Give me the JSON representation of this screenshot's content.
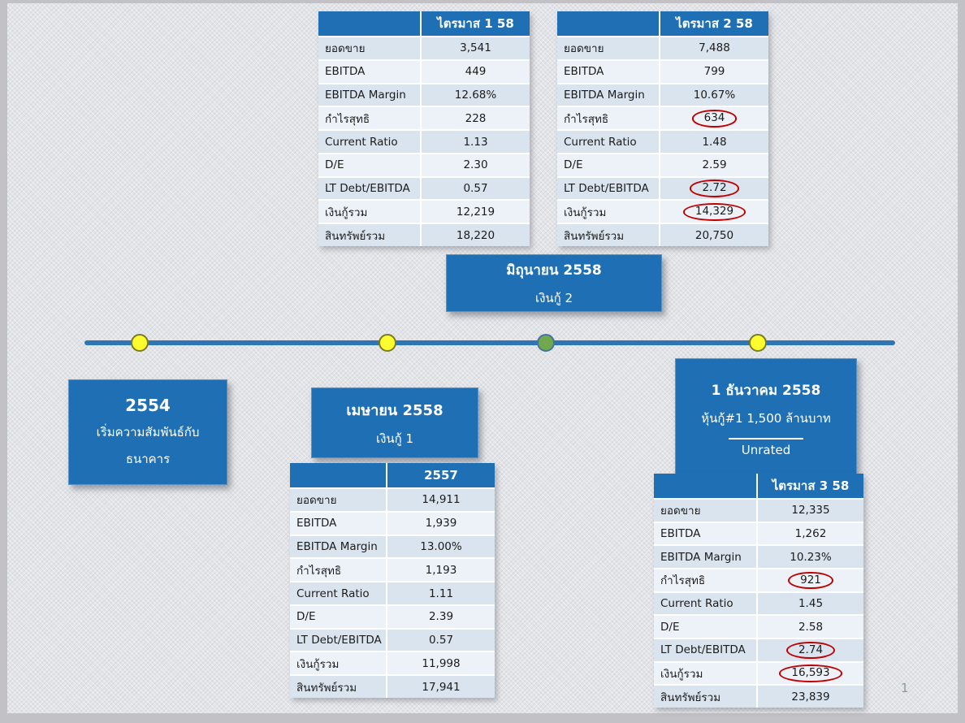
{
  "slide": {
    "page_number": "1"
  },
  "colors": {
    "header_blue": "#1F6FB5",
    "row_odd": "#D9E4EF",
    "row_even": "#EDF2F8",
    "box_blue": "#1F6FB5",
    "timeline_blue": "#2E75B6",
    "dot_yellow": "#FCFC2E",
    "dot_green": "#6FA84F",
    "circle_red": "#C00000"
  },
  "tables": {
    "q1_58": {
      "header": "ไตรมาส 1 58",
      "rows": [
        {
          "label": "ยอดขาย",
          "value": "3,541"
        },
        {
          "label": "EBITDA",
          "value": "449"
        },
        {
          "label": "EBITDA Margin",
          "value": "12.68%"
        },
        {
          "label": "กำไรสุทธิ",
          "value": "228"
        },
        {
          "label": "Current Ratio",
          "value": "1.13"
        },
        {
          "label": "D/E",
          "value": "2.30"
        },
        {
          "label": "LT Debt/EBITDA",
          "value": "0.57"
        },
        {
          "label": "เงินกู้รวม",
          "value": "12,219"
        },
        {
          "label": "สินทรัพย์รวม",
          "value": "18,220"
        }
      ]
    },
    "q2_58": {
      "header": "ไตรมาส 2 58",
      "rows": [
        {
          "label": "ยอดขาย",
          "value": "7,488"
        },
        {
          "label": "EBITDA",
          "value": "799"
        },
        {
          "label": "EBITDA Margin",
          "value": "10.67%"
        },
        {
          "label": "กำไรสุทธิ",
          "value": "634",
          "circled": true
        },
        {
          "label": "Current Ratio",
          "value": "1.48"
        },
        {
          "label": "D/E",
          "value": "2.59"
        },
        {
          "label": "LT Debt/EBITDA",
          "value": "2.72",
          "circled": true
        },
        {
          "label": "เงินกู้รวม",
          "value": "14,329",
          "circled": true
        },
        {
          "label": "สินทรัพย์รวม",
          "value": "20,750"
        }
      ]
    },
    "y2557": {
      "header": "2557",
      "rows": [
        {
          "label": "ยอดขาย",
          "value": "14,911"
        },
        {
          "label": "EBITDA",
          "value": "1,939"
        },
        {
          "label": "EBITDA Margin",
          "value": "13.00%"
        },
        {
          "label": "กำไรสุทธิ",
          "value": "1,193"
        },
        {
          "label": "Current Ratio",
          "value": "1.11"
        },
        {
          "label": "D/E",
          "value": "2.39"
        },
        {
          "label": "LT Debt/EBITDA",
          "value": "0.57"
        },
        {
          "label": "เงินกู้รวม",
          "value": "11,998"
        },
        {
          "label": "สินทรัพย์รวม",
          "value": "17,941"
        }
      ]
    },
    "q3_58": {
      "header": "ไตรมาส 3 58",
      "rows": [
        {
          "label": "ยอดขาย",
          "value": "12,335"
        },
        {
          "label": "EBITDA",
          "value": "1,262"
        },
        {
          "label": "EBITDA Margin",
          "value": "10.23%"
        },
        {
          "label": "กำไรสุทธิ",
          "value": "921",
          "circled": true
        },
        {
          "label": "Current Ratio",
          "value": "1.45"
        },
        {
          "label": "D/E",
          "value": "2.58"
        },
        {
          "label": "LT Debt/EBITDA",
          "value": "2.74",
          "circled": true
        },
        {
          "label": "เงินกู้รวม",
          "value": "16,593",
          "circled": true
        },
        {
          "label": "สินทรัพย์รวม",
          "value": "23,839"
        }
      ]
    }
  },
  "event_boxes": {
    "start_2554": {
      "title": "2554",
      "line2": "เริ่มความสัมพันธ์กับ",
      "line3": "ธนาคาร"
    },
    "april_2558": {
      "title": "เมษายน 2558",
      "line2": "เงินกู้ 1"
    },
    "june_2558": {
      "title": "มิถุนายน 2558",
      "line2": "เงินกู้ 2"
    },
    "december_2558": {
      "title": "1 ธันวาคม 2558",
      "line2": "หุ้นกู้#1 1,500 ล้านบาท",
      "line3": "Unrated"
    }
  }
}
